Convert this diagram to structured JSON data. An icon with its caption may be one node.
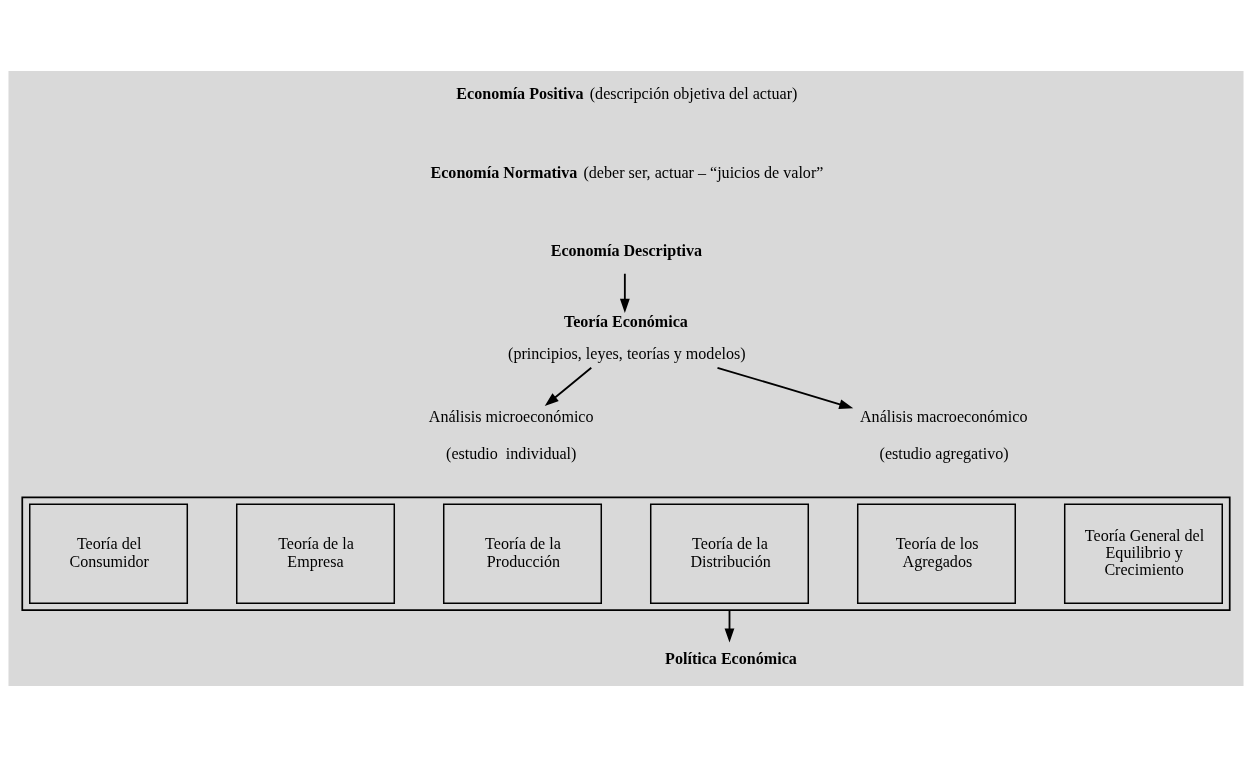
{
  "diagram": {
    "nodes": [
      {
        "text": [
          "Economía Descriptiva"
        ]
      },
      {
        "text": [
          "Teoría Económica",
          "(principios, leyes, teorías y modelos)"
        ]
      },
      {
        "text": [
          "Análisis microeconómico",
          "(estudio  individual)"
        ]
      },
      {
        "text": [
          "Análisis macroeconómico",
          "(estudio agregativo)"
        ]
      },
      {
        "text": [],
        "shape": "box"
      },
      {
        "text": [
          "Teoría del Consumidor"
        ],
        "in": 4
      },
      {
        "text": [
          "Teoría de la Empresa"
        ],
        "in": 4
      },
      {
        "text": [
          "Teoría de la Producción"
        ],
        "in": 4
      },
      {
        "text": [
          "Teoría de la Distribución"
        ],
        "in": 4
      },
      {
        "text": [
          "Teoría de los Agregados"
        ],
        "in": 4
      },
      {
        "text": [
          "Teoría General del Equilibrio y Crecimiento"
        ],
        "in": 4
      },
      {
        "text": [
          "Política Económica"
        ]
      }
    ],
    "edges": [
      {
        "from": 0,
        "to": 1,
        "arrow": "to"
      },
      {
        "from": 1,
        "to": 2,
        "arrow": "to"
      },
      {
        "from": 1,
        "to": 3,
        "arrow": "to"
      },
      {
        "from": 4,
        "to": 11,
        "arrow": "to"
      }
    ],
    "labels": [
      "**Economía Positiva** (descripción objetiva del actuar)",
      "**Economía Normativa** (deber ser, actuar – “juicios de valor”"
    ]
  }
}
